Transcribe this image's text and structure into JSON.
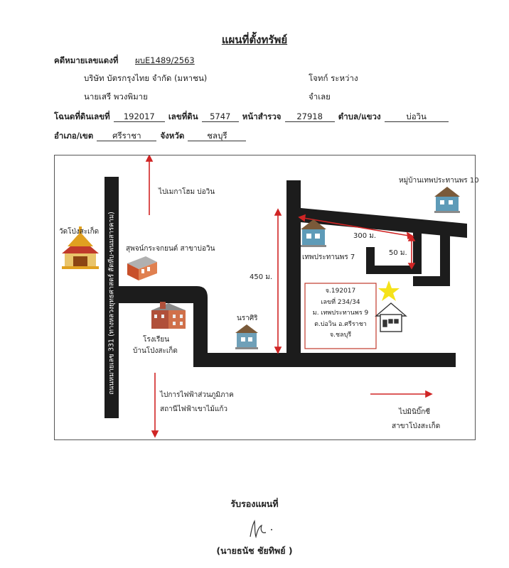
{
  "title": "แผนที่ตั้งทรัพย์",
  "case": {
    "label": "คดีหมายเลขแดงที่",
    "value": "ผบE1489/2563",
    "plaintiff": "บริษัท บัตรกรุงไทย จำกัด (มหาชน)",
    "plaintiff_role": "โจทก์ ระหว่าง",
    "defendant": "นายเสรี พวงพิมาย",
    "defendant_role": "จำเลย"
  },
  "deed": {
    "deed_label": "โฉนดที่ดินเลขที่",
    "deed_no": "192017",
    "land_label": "เลขที่ดิน",
    "land_no": "5747",
    "survey_label": "หน้าสำรวจ",
    "survey_no": "27918",
    "subdistrict_label": "ตำบล/แขวง",
    "subdistrict": "บ่อวิน",
    "district_label": "อำเภอ/เขต",
    "district": "ศรีราชา",
    "province_label": "จังหวัด",
    "province": "ชลบุรี"
  },
  "map": {
    "main_road": "ถนนหมายเลข 331 (ทางหลวงยุทธศาสตร์ สัตหีบ-พนมสารคาม)",
    "to_north": "ไปเมกาโฮม บ่อวิน",
    "to_south_1": "ไปการไฟฟ้าส่วนภูมิภาค",
    "to_south_2": "สถานีไฟฟ้าเขาไม้แก้ว",
    "to_east_1": "ไปมินิบิ๊กซี",
    "to_east_2": "สาขาโป่งสะเก็ด",
    "temple": "วัดโป่งสะเก็ด",
    "dealer": "สุพจน์กระจกยนต์ สาขาบ่อวิน",
    "school_1": "โรงเรียน",
    "school_2": "บ้านโป่งสะเก็ด",
    "village_1": "นราศิริ",
    "village_2": "เทพประทานพร 7",
    "village_3": "หมู่บ้านเทพประทานพร 10",
    "dist_450": "450 ม.",
    "dist_300": "300 ม.",
    "dist_50": "50 ม.",
    "box": [
      "จ.192017",
      "เลขที่ 234/34",
      "ม. เทพประทานพร 9",
      "ต.บ่อวิน อ.ศรีราชา",
      "จ.ชลบุรี"
    ]
  },
  "signature": {
    "title": "รับรองแผนที่",
    "name": "(นายธนัช  ชัยทิพย์  )"
  },
  "colors": {
    "road": "#1c1c1c",
    "arrow": "#d02525",
    "star": "#f5e21a",
    "box_border": "#c0392b"
  }
}
